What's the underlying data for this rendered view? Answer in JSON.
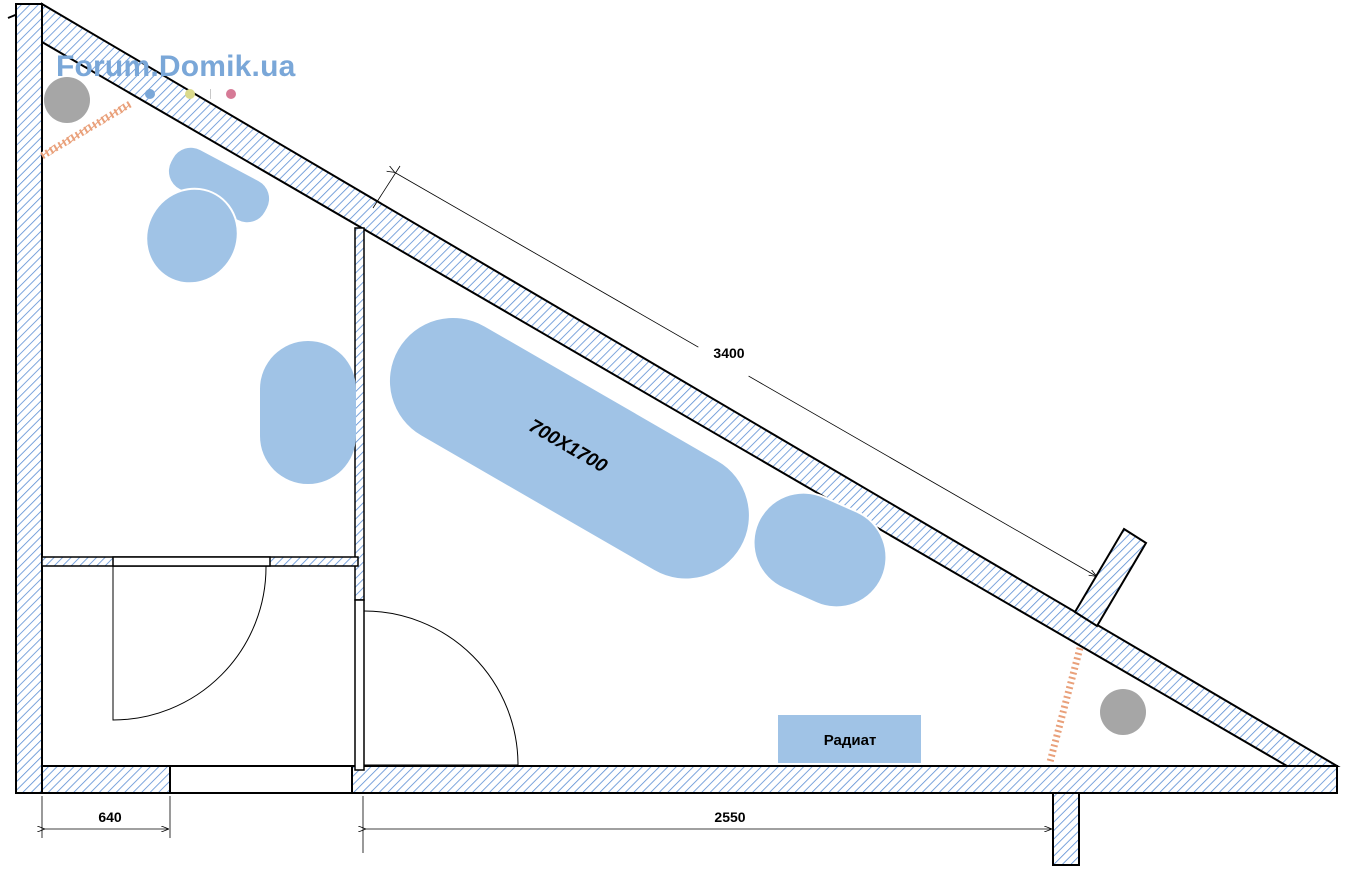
{
  "watermark": {
    "text": "Forum.Domik.ua",
    "color": "#7aa7d8",
    "dots": [
      "#7aa7d8",
      "#dada8c",
      "#d67a96"
    ]
  },
  "dimensions": {
    "sloped_wall": "3400",
    "bottom_left": "640",
    "bottom_right": "2550"
  },
  "fixtures": {
    "bathtub_label": "700X1700",
    "radiator_label": "Радиат"
  },
  "colors": {
    "fixture_fill": "#a0c3e6",
    "wall_hatch": "#5b8ed4",
    "riser": "#a6a6a6",
    "window_hatch": "#e9a07a"
  }
}
